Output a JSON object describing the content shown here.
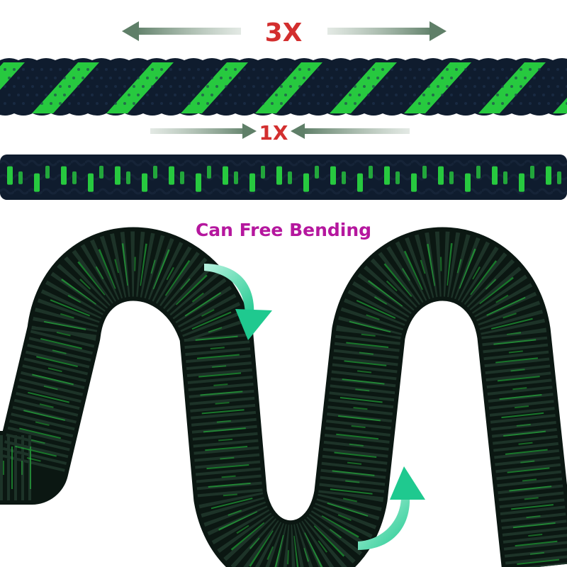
{
  "labels": {
    "expanded": "3X",
    "contracted": "1X",
    "bending": "Can Free Bending"
  },
  "colors": {
    "expanded_label": "#d32f2f",
    "contracted_label": "#d32f2f",
    "bending_label": "#b5179e",
    "arrow_gray_green": "#6f8f78",
    "hose_dark": "#0f1c2e",
    "hose_green": "#27c93f",
    "bend_arrow": "#2fd1a0"
  }
}
